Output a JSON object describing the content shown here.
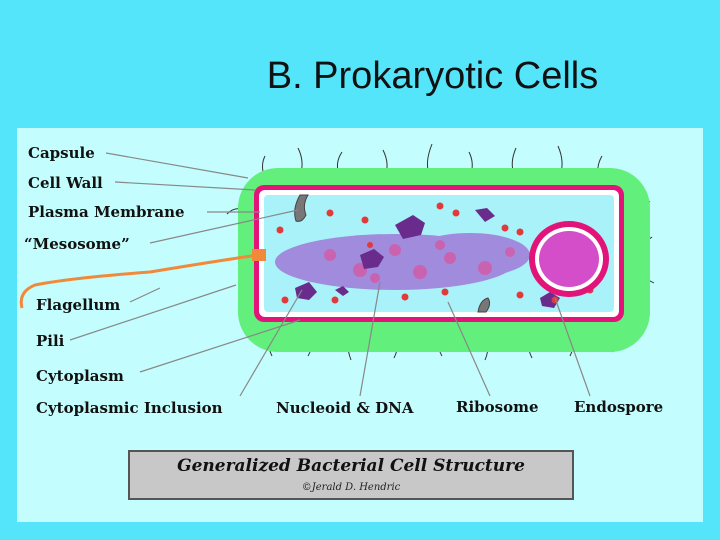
{
  "slide": {
    "title": "B. Prokaryotic Cells"
  },
  "labels": {
    "capsule": "Capsule",
    "cell_wall": "Cell Wall",
    "plasma_membrane": "Plasma Membrane",
    "mesosome": "“Mesosome”",
    "flagellum": "Flagellum",
    "pili": "Pili",
    "cytoplasm": "Cytoplasm",
    "cytoplasmic_inclusion": "Cytoplasmic Inclusion",
    "nucleoid": "Nucleoid & DNA",
    "ribosome": "Ribosome",
    "endospore": "Endospore"
  },
  "caption": {
    "title": "Generalized Bacterial Cell Structure",
    "credit": "©Jerald D. Hendric"
  },
  "colors": {
    "background": "#54e5fb",
    "panel": "#c4fdfd",
    "capsule": "#62ef7b",
    "cell_wall": "#e2147a",
    "cytoplasm": "#a9f2f9",
    "nucleoid": "#a07ad8",
    "inclusion": "#6a2c8c",
    "ribosome": "#e23a3a",
    "endospore": "#d44ec9",
    "flagellum": "#f08a3a"
  }
}
